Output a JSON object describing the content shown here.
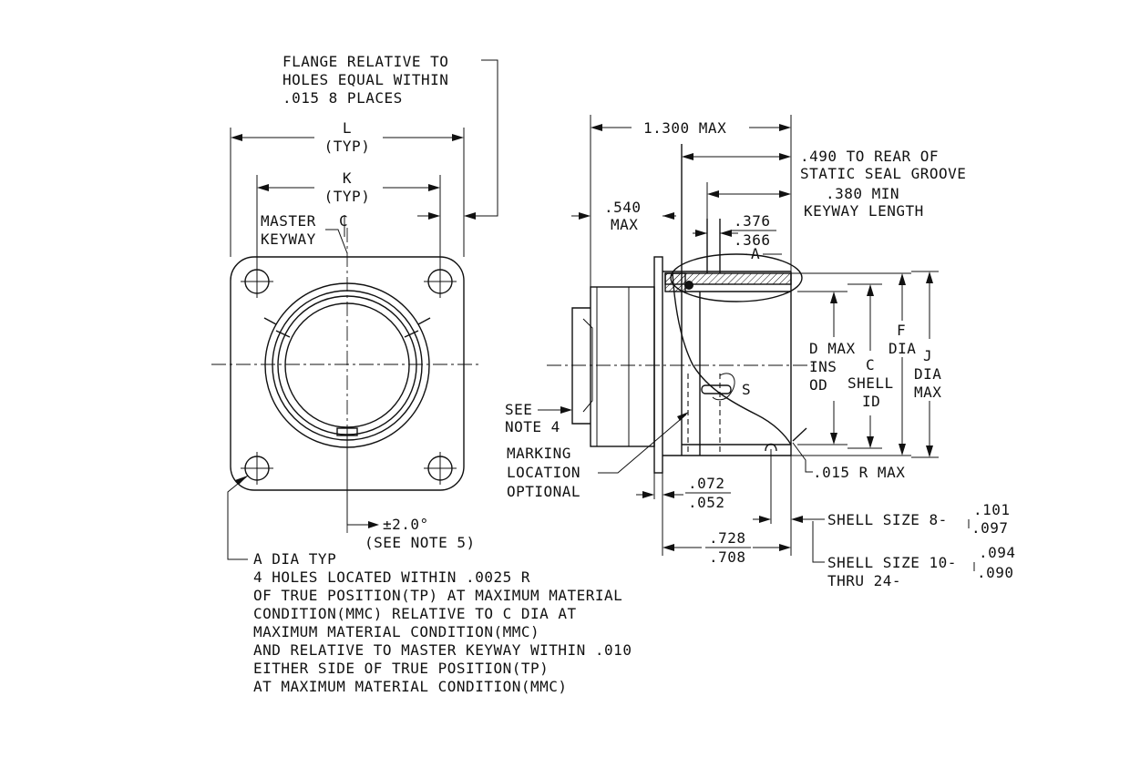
{
  "front_view": {
    "flange_note": [
      "FLANGE RELATIVE TO",
      "HOLES EQUAL WITHIN",
      ".015 8 PLACES"
    ],
    "dim_L": "L",
    "dim_L_typ": "(TYP)",
    "dim_K": "K",
    "dim_K_typ": "(TYP)",
    "master_keyway": [
      "MASTER",
      "KEYWAY"
    ],
    "centerline_symbol": "C",
    "angle_tolerance": "±2.0°",
    "angle_note": "(SEE NOTE 5)",
    "hole_note": [
      "A DIA TYP",
      "4 HOLES LOCATED WITHIN .0025 R",
      "OF TRUE POSITION(TP) AT MAXIMUM MATERIAL",
      "CONDITION(MMC) RELATIVE TO C DIA AT",
      "MAXIMUM MATERIAL CONDITION(MMC)",
      "AND RELATIVE TO MASTER KEYWAY WITHIN .010",
      "EITHER SIDE OF TRUE POSITION(TP)",
      "AT MAXIMUM MATERIAL CONDITION(MMC)"
    ]
  },
  "side_view": {
    "overall_length": "1.300 MAX",
    "seal_groove": [
      ".490 TO REAR OF",
      "STATIC SEAL GROOVE"
    ],
    "keyway_length": [
      ".380 MIN",
      "KEYWAY LENGTH"
    ],
    "flange_thickness_max": [
      ".540",
      "MAX"
    ],
    "groove_dim_upper": ".376",
    "groove_dim_lower": ".366",
    "detail_label": "A",
    "d_label": [
      "D MAX",
      "INS",
      "OD"
    ],
    "c_label": [
      "C",
      "SHELL",
      "ID"
    ],
    "f_label": [
      "F",
      "DIA"
    ],
    "j_label": [
      "J",
      "DIA",
      "MAX"
    ],
    "s_label": "S",
    "see_note": [
      "SEE",
      "NOTE 4"
    ],
    "marking": [
      "MARKING",
      "LOCATION",
      "OPTIONAL"
    ],
    "radius_note": ".015 R MAX",
    "flange_dim_upper": ".072",
    "flange_dim_lower": ".052",
    "mount_dim_upper": ".728",
    "mount_dim_lower": ".708",
    "shell_size_8": "SHELL SIZE 8-",
    "shell_size_8_upper": ".101",
    "shell_size_8_lower": ".097",
    "shell_size_10": "SHELL SIZE 10-",
    "shell_size_10_thru": "THRU 24-",
    "shell_size_10_upper": ".094",
    "shell_size_10_lower": ".090"
  }
}
